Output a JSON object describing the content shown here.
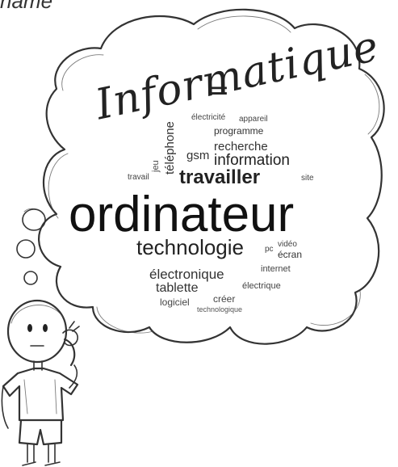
{
  "corner_text": "name",
  "title": "Informatique",
  "equals": "=",
  "words": {
    "electricite": "électricité",
    "appareil": "appareil",
    "programme": "programme",
    "telephone": "téléphone",
    "recherche": "recherche",
    "gsm": "gsm",
    "information": "information",
    "jeu": "jeu",
    "travail": "travail",
    "travailler": "travailler",
    "site": "site",
    "ordinateur": "ordinateur",
    "technologie": "technologie",
    "pc": "pc",
    "video": "vidéo",
    "ecran": "écran",
    "electronique": "électronique",
    "internet": "internet",
    "tablette": "tablette",
    "electrique": "électrique",
    "creer": "créer",
    "logiciel": "logiciel",
    "technologique": "technologique"
  }
}
